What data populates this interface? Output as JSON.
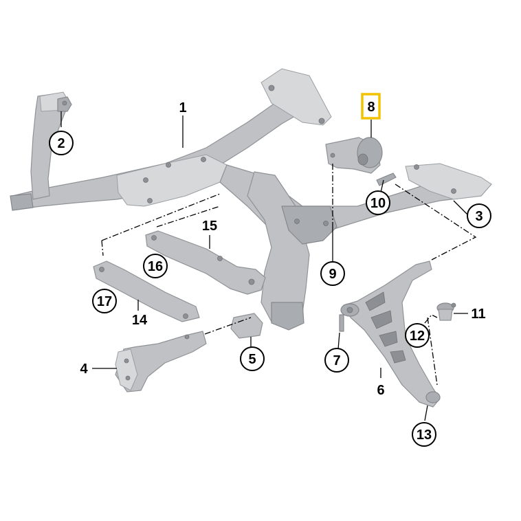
{
  "labels": {
    "l1": "1",
    "l2": "2",
    "l3": "3",
    "l4": "4",
    "l5": "5",
    "l6": "6",
    "l7": "7",
    "l8": "8",
    "l9": "9",
    "l10": "10",
    "l11": "11",
    "l12": "12",
    "l13": "13",
    "l14": "14",
    "l15": "15",
    "l16": "16",
    "l17": "17"
  },
  "highlight_color": "#f2c200",
  "part_color": "#bfc1c4"
}
